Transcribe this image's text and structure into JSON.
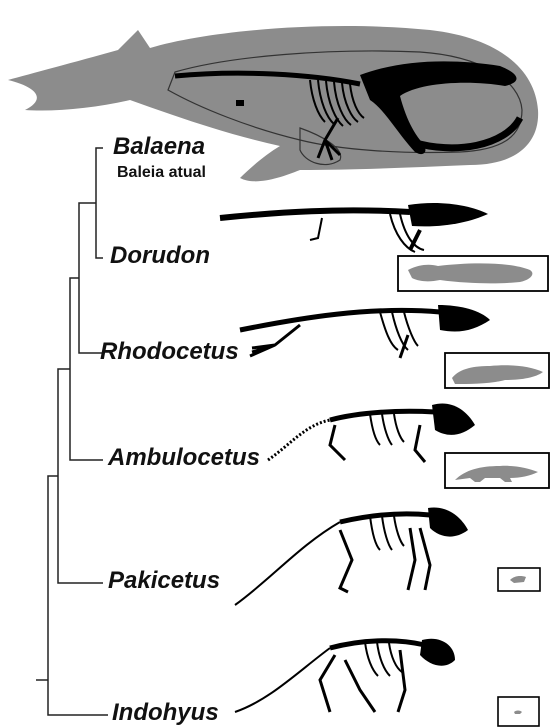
{
  "colors": {
    "silhouette": "#8c8c8c",
    "skeleton": "#000000",
    "tree_line": "#222222",
    "box_border": "#000000"
  },
  "taxa": [
    {
      "id": "balaena",
      "name": "Balaena",
      "common_name": "Baleia atual"
    },
    {
      "id": "dorudon",
      "name": "Dorudon"
    },
    {
      "id": "rhodocetus",
      "name": "Rhodocetus"
    },
    {
      "id": "ambulocetus",
      "name": "Ambulocetus"
    },
    {
      "id": "pakicetus",
      "name": "Pakicetus"
    },
    {
      "id": "indohyus",
      "name": "Indohyus"
    }
  ]
}
